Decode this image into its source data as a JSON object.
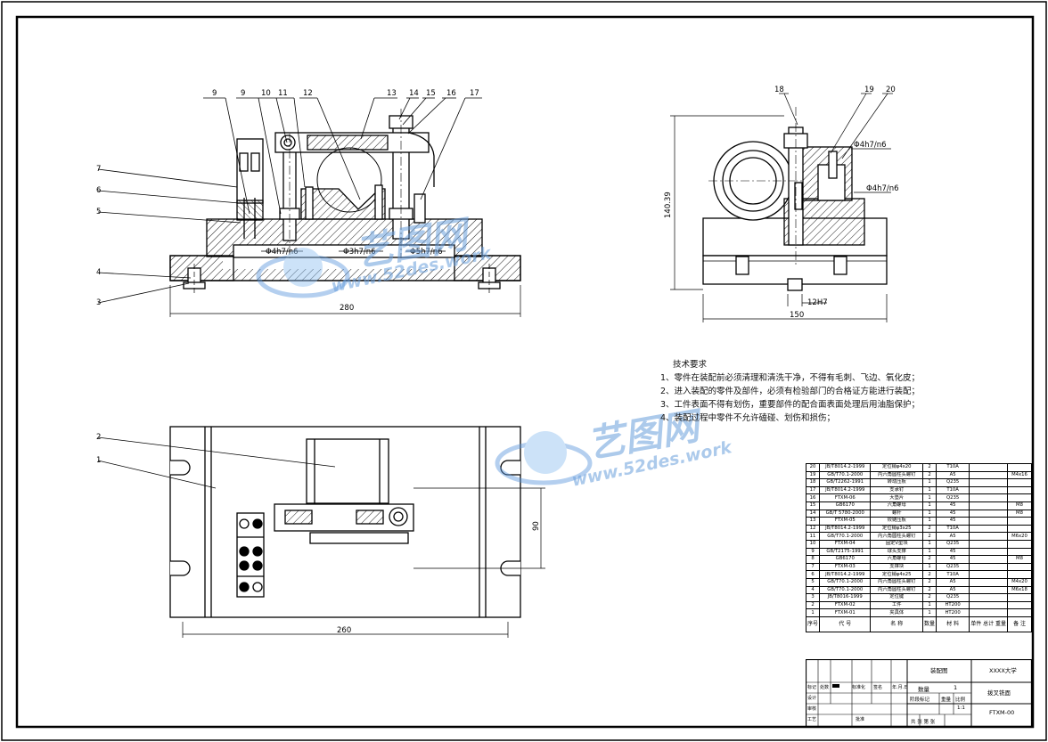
{
  "part_labels_front": [
    "9",
    "9",
    "10",
    "11",
    "12",
    "13",
    "14",
    "15",
    "16",
    "17"
  ],
  "part_labels_left": [
    "7",
    "6",
    "5",
    "4",
    "3"
  ],
  "part_labels_side": [
    "18",
    "19",
    "20"
  ],
  "part_labels_plan": [
    "2",
    "1"
  ],
  "dims_front": {
    "fit1": "Φ4h7/n6",
    "fit2": "Φ3h7/n6",
    "fit3": "Φ5h7/n6",
    "width": "280"
  },
  "dims_side": {
    "height": "140.39",
    "fit1": "Φ4h7/n6",
    "fit2": "Φ4h7/n6",
    "key": "12H7",
    "width": "150"
  },
  "dims_plan": {
    "width": "260",
    "height": "90"
  },
  "tech_requirements": {
    "title": "技术要求",
    "items": [
      "1、零件在装配前必须清理和清洗干净，不得有毛刺、飞边、氧化皮；",
      "2、进入装配的零件及部件，必须有检验部门的合格证方能进行装配；",
      "3、工件表面不得有划伤，重要部件的配合面表面处理后用油脂保护；",
      "4、装配过程中零件不允许磕碰、划伤和损伤；"
    ]
  },
  "watermark": {
    "brand": "艺图网",
    "url": "www.52des.work"
  },
  "bom_rows": [
    {
      "no": "20",
      "code": "JB/T8014.2-1999",
      "name": "定位销φ4x20",
      "qty": "2",
      "mat": "T10A",
      "wt": "",
      "remark": ""
    },
    {
      "no": "19",
      "code": "GB/T70.1-2000",
      "name": "内六角圆柱头螺钉",
      "qty": "2",
      "mat": "A5",
      "wt": "",
      "remark": "M4x16"
    },
    {
      "no": "18",
      "code": "GB/T2262-1991",
      "name": "转动压板",
      "qty": "1",
      "mat": "Q235",
      "wt": "",
      "remark": ""
    },
    {
      "no": "17",
      "code": "JB/T8014.2-1999",
      "name": "支承钉",
      "qty": "1",
      "mat": "T10A",
      "wt": "",
      "remark": ""
    },
    {
      "no": "16",
      "code": "FTXM-06",
      "name": "大垫片",
      "qty": "1",
      "mat": "Q235",
      "wt": "",
      "remark": ""
    },
    {
      "no": "15",
      "code": "GB6170",
      "name": "六角螺母",
      "qty": "1",
      "mat": "45",
      "wt": "",
      "remark": "M8"
    },
    {
      "no": "14",
      "code": "GB/T 5780-2000",
      "name": "螺杆",
      "qty": "1",
      "mat": "45",
      "wt": "",
      "remark": "M8"
    },
    {
      "no": "13",
      "code": "FTXM-05",
      "name": "铰链压板",
      "qty": "1",
      "mat": "45",
      "wt": "",
      "remark": ""
    },
    {
      "no": "12",
      "code": "JB/T8014.2-1999",
      "name": "定位销φ3x25",
      "qty": "2",
      "mat": "T10A",
      "wt": "",
      "remark": ""
    },
    {
      "no": "11",
      "code": "GB/T70.1-2000",
      "name": "内六角圆柱头螺钉",
      "qty": "2",
      "mat": "A5",
      "wt": "",
      "remark": "M6x20"
    },
    {
      "no": "10",
      "code": "FTXM-04",
      "name": "固定V型块",
      "qty": "1",
      "mat": "Q235",
      "wt": "",
      "remark": ""
    },
    {
      "no": "9",
      "code": "GB/T2175-1991",
      "name": "球头支撑",
      "qty": "1",
      "mat": "45",
      "wt": "",
      "remark": ""
    },
    {
      "no": "8",
      "code": "GB6170",
      "name": "六角螺母",
      "qty": "2",
      "mat": "45",
      "wt": "",
      "remark": "M8"
    },
    {
      "no": "7",
      "code": "FTXM-03",
      "name": "支撑块",
      "qty": "1",
      "mat": "Q235",
      "wt": "",
      "remark": ""
    },
    {
      "no": "6",
      "code": "JB/T8014.2-1999",
      "name": "定位销φ4x25",
      "qty": "2",
      "mat": "T10A",
      "wt": "",
      "remark": ""
    },
    {
      "no": "5",
      "code": "GB/T70.1-2000",
      "name": "内六角圆柱头螺钉",
      "qty": "2",
      "mat": "A5",
      "wt": "",
      "remark": "M4x20"
    },
    {
      "no": "4",
      "code": "GB/T70.1-2000",
      "name": "内六角圆柱头螺钉",
      "qty": "2",
      "mat": "A5",
      "wt": "",
      "remark": "M6x18"
    },
    {
      "no": "3",
      "code": "JB/T8016-1999",
      "name": "定位键",
      "qty": "2",
      "mat": "Q235",
      "wt": "",
      "remark": ""
    },
    {
      "no": "2",
      "code": "FTXM-02",
      "name": "工件",
      "qty": "1",
      "mat": "HT200",
      "wt": "",
      "remark": ""
    },
    {
      "no": "1",
      "code": "FTXM-01",
      "name": "夹具体",
      "qty": "1",
      "mat": "HT200",
      "wt": "",
      "remark": ""
    }
  ],
  "bom_header": {
    "no": "序号",
    "code": "代 号",
    "name": "名 称",
    "qty": "数量",
    "mat": "材 料",
    "wt": "单件 总计 重量",
    "remark": "备 注"
  },
  "title_block": {
    "drawing_name": "装配图",
    "school": "XXXX大学",
    "qty_label": "数量",
    "qty": "1",
    "part_name": "拨叉铣面",
    "stage_label": "阶段标记",
    "weight_label": "重量",
    "scale_label": "比例",
    "scale": "1:1",
    "drawing_no": "FTXM-00",
    "footer": "共 张 第 张",
    "design": "设计",
    "review": "审核",
    "process": "工艺",
    "approve": "批准",
    "mark": "标记",
    "count": "处数",
    "sign": "签名",
    "date": "年.月.日",
    "std": "标准化"
  }
}
